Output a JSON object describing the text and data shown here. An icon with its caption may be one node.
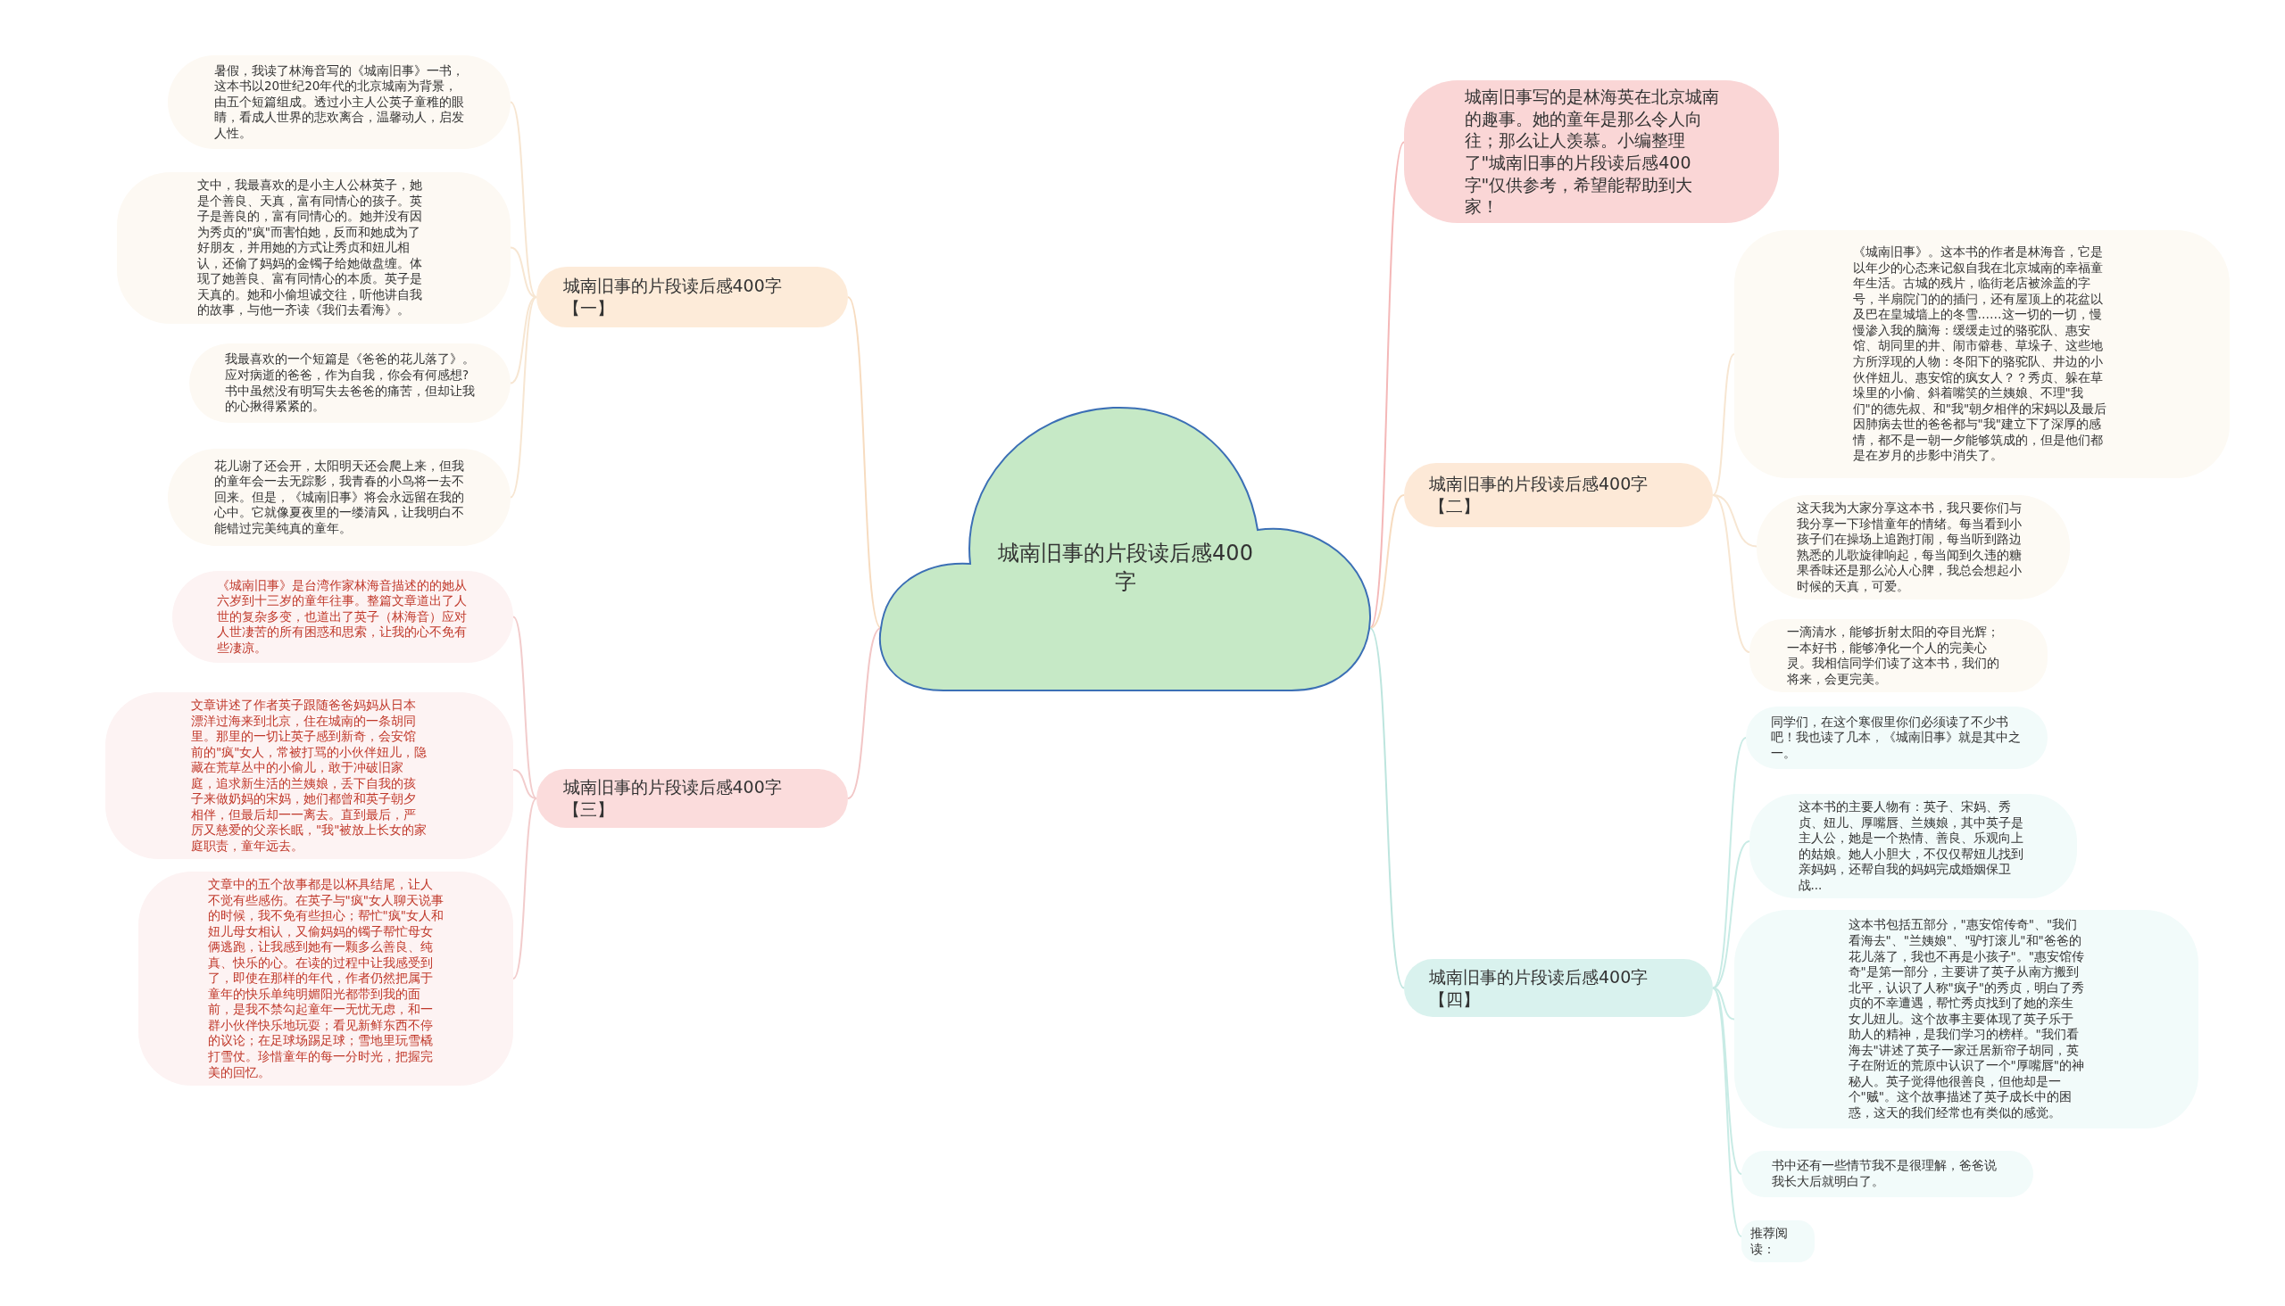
{
  "diagram": {
    "nodes": [
      {
        "text": [
          "城南旧事的片段读后感400字"
        ]
      },
      {
        "text": [
          "城南旧事写的是林海英在北京城南的趣事。她的童年是那么令人向往；那么让人羡慕。小编整理了\"城南旧事的片段读后感400字\"仅供参考，希望能帮助到大家！"
        ]
      },
      {
        "text": [
          "城南旧事的片段读后感400字【一】"
        ]
      },
      {
        "text": [
          "暑假，我读了林海音写的《城南旧事》一书，这本书以20世纪20年代的北京城南为背景，由五个短篇组成。透过小主人公英子童稚的眼睛，看成人世界的悲欢离合，温馨动人，启发人性。"
        ]
      },
      {
        "text": [
          "文中，我最喜欢的是小主人公林英子，她是个善良、天真，富有同情心的孩子。英子是善良的，富有同情心的。她并没有因为秀贞的\"疯\"而害怕她，反而和她成为了好朋友，并用她的方式让秀贞和妞儿相认，还偷了妈妈的金镯子给她做盘缠。体现了她善良、富有同情心的本质。英子是天真的。她和小偷坦诚交往，听他讲自我的故事，与他一齐读《我们去看海》。"
        ]
      },
      {
        "text": [
          "我最喜欢的一个短篇是《爸爸的花儿落了》。应对病逝的爸爸，作为自我，你会有何感想?书中虽然没有明写失去爸爸的痛苦，但却让我的心揪得紧紧的。"
        ]
      },
      {
        "text": [
          "花儿谢了还会开，太阳明天还会爬上来，但我的童年会一去无踪影，我青春的小鸟将一去不回来。但是，《城南旧事》将会永远留在我的心中。它就像夏夜里的一缕清风，让我明白不能错过完美纯真的童年。"
        ]
      },
      {
        "text": [
          "城南旧事的片段读后感400字【三】"
        ]
      },
      {
        "text": [
          "《城南旧事》是台湾作家林海音描述的的她从六岁到十三岁的童年往事。整篇文章道出了人世的复杂多变，也道出了英子（林海音）应对人世凄苦的所有困惑和思索，让我的心不免有些凄凉。"
        ]
      },
      {
        "text": [
          "文章讲述了作者英子跟随爸爸妈妈从日本漂洋过海来到北京，住在城南的一条胡同里。那里的一切让英子感到新奇，会安馆前的\"疯\"女人，常被打骂的小伙伴妞儿，隐藏在荒草丛中的小偷儿，敢于冲破旧家庭，追求新生活的兰姨娘，丢下自我的孩子来做奶妈的宋妈，她们都曾和英子朝夕相伴，但最后却一一离去。直到最后，严厉又慈爱的父亲长眠，\"我\"被放上长女的家庭职责，童年远去。"
        ]
      },
      {
        "text": [
          "文章中的五个故事都是以杯具结尾，让人不觉有些感伤。在英子与\"疯\"女人聊天说事的时候，我不免有些担心；帮忙\"疯\"女人和妞儿母女相认，又偷妈妈的镯子帮忙母女俩逃跑，让我感到她有一颗多么善良、纯真、快乐的心。在读的过程中让我感受到了，即使在那样的年代，作者仍然把属于童年的快乐单纯明媚阳光都带到我的面前，是我不禁勾起童年一无忧无虑，和一群小伙伴快乐地玩耍；看见新鲜东西不停的议论；在足球场踢足球；雪地里玩雪橇打雪仗。珍惜童年的每一分时光，把握完美的回忆。"
        ]
      },
      {
        "text": [
          "城南旧事的片段读后感400字【二】"
        ]
      },
      {
        "text": [
          "《城南旧事》。这本书的作者是林海音，它是以年少的心态来记叙自我在北京城南的幸福童年生活。古城的残片，临街老店被涂盖的字号，半扇院门的的插闩，还有屋顶上的花盆以及巴在皇城墙上的冬雪……这一切的一切，慢慢渗入我的脑海：缓缓走过的骆驼队、惠安馆、胡同里的井、闹市僻巷、草垛子、这些地方所浮现的人物：冬阳下的骆驼队、井边的小伙伴妞儿、惠安馆的疯女人？？秀贞、躲在草垛里的小偷、斜着嘴笑的兰姨娘、不理\"我们\"的德先叔、和\"我\"朝夕相伴的宋妈以及最后因肺病去世的爸爸都与\"我\"建立下了深厚的感情，都不是一朝一夕能够筑成的，但是他们都是在岁月的步影中消失了。"
        ]
      },
      {
        "text": [
          "这天我为大家分享这本书，我只要你们与我分享一下珍惜童年的情绪。每当看到小孩子们在操场上追跑打闹，每当听到路边熟悉的儿歌旋律响起，每当闻到久违的糖果香味还是那么沁人心脾，我总会想起小时候的天真，可爱。"
        ]
      },
      {
        "text": [
          "一滴清水，能够折射太阳的夺目光辉；一本好书，能够净化一个人的完美心灵。我相信同学们读了这本书，我们的将来，会更完美。"
        ]
      },
      {
        "text": [
          "城南旧事的片段读后感400字【四】"
        ]
      },
      {
        "text": [
          "同学们，在这个寒假里你们必须读了不少书吧！我也读了几本，《城南旧事》就是其中之一。"
        ]
      },
      {
        "text": [
          "这本书的主要人物有：英子、宋妈、秀贞、妞儿、厚嘴唇、兰姨娘，其中英子是主人公，她是一个热情、善良、乐观向上的姑娘。她人小胆大，不仅仅帮妞儿找到亲妈妈，还帮自我的妈妈完成婚姻保卫战..."
        ]
      },
      {
        "text": [
          "这本书包括五部分，\"惠安馆传奇\"、\"我们看海去\"、\"兰姨娘\"、\"驴打滚儿\"和\"爸爸的花儿落了，我也不再是小孩子\"。\"惠安馆传奇\"是第一部分，主要讲了英子从南方搬到北平，认识了人称\"疯子\"的秀贞，明白了秀贞的不幸遭遇，帮忙秀贞找到了她的亲生女儿妞儿。这个故事主要体现了英子乐于助人的精神，是我们学习的榜样。\"我们看海去\"讲述了英子一家迁居新帘子胡同，英子在附近的荒原中认识了一个\"厚嘴唇\"的神秘人。英子觉得他很善良，但他却是一个\"贼\"。这个故事描述了英子成长中的困惑，这天的我们经常也有类似的感觉。"
        ]
      },
      {
        "text": [
          "书中还有一些情节我不是很理解，爸爸说我长大后就明白了。"
        ]
      },
      {
        "text": [
          "推荐阅读："
        ]
      }
    ],
    "edges": [
      {
        "from": 0,
        "to": 1,
        "arrow": "none",
        "color": "#f4b8b8"
      },
      {
        "from": 0,
        "to": 2,
        "arrow": "none",
        "color": "#f7dcc0"
      },
      {
        "from": 0,
        "to": 7,
        "arrow": "none",
        "color": "#f2c6c6"
      },
      {
        "from": 0,
        "to": 11,
        "arrow": "none",
        "color": "#f7dcc0"
      },
      {
        "from": 0,
        "to": 15,
        "arrow": "none",
        "color": "#bde5de"
      },
      {
        "from": 2,
        "to": 3,
        "arrow": "none",
        "color": "#f7e6d2"
      },
      {
        "from": 2,
        "to": 4,
        "arrow": "none",
        "color": "#f7e6d2"
      },
      {
        "from": 2,
        "to": 5,
        "arrow": "none",
        "color": "#f7e6d2"
      },
      {
        "from": 2,
        "to": 6,
        "arrow": "none",
        "color": "#f7e6d2"
      },
      {
        "from": 7,
        "to": 8,
        "arrow": "none",
        "color": "#f2cccc"
      },
      {
        "from": 7,
        "to": 9,
        "arrow": "none",
        "color": "#f2cccc"
      },
      {
        "from": 7,
        "to": 10,
        "arrow": "none",
        "color": "#f2cccc"
      },
      {
        "from": 11,
        "to": 12,
        "arrow": "none",
        "color": "#f7e6d2"
      },
      {
        "from": 11,
        "to": 13,
        "arrow": "none",
        "color": "#f7e6d2"
      },
      {
        "from": 11,
        "to": 14,
        "arrow": "none",
        "color": "#f7e6d2"
      },
      {
        "from": 15,
        "to": 16,
        "arrow": "none",
        "color": "#c8ebe5"
      },
      {
        "from": 15,
        "to": 17,
        "arrow": "none",
        "color": "#c8ebe5"
      },
      {
        "from": 15,
        "to": 18,
        "arrow": "none",
        "color": "#c8ebe5"
      },
      {
        "from": 15,
        "to": 19,
        "arrow": "none",
        "color": "#c8ebe5"
      },
      {
        "from": 15,
        "to": 20,
        "arrow": "none",
        "color": "#c8ebe5"
      }
    ]
  }
}
